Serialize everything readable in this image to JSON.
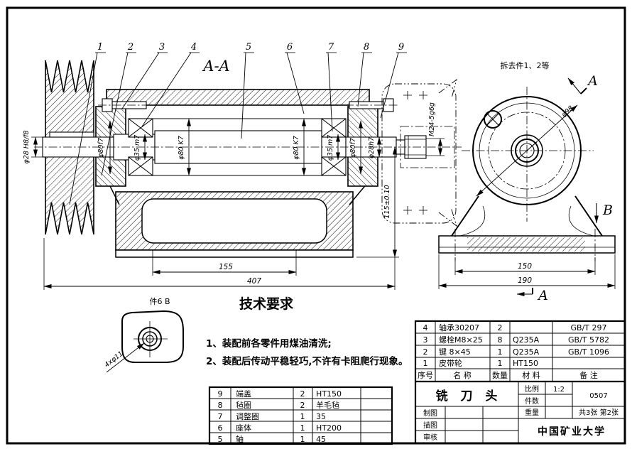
{
  "page": {
    "background": "#ffffff",
    "line_color": "#000000"
  },
  "views": {
    "section_label": "A-A",
    "front_note": "拆去件1、2等",
    "detail_label": "件6 B",
    "letter_top": "A",
    "letter_side": "B",
    "letter_bottom": "A"
  },
  "balloons": [
    "1",
    "2",
    "3",
    "4",
    "5",
    "6",
    "7",
    "8",
    "9"
  ],
  "dims": [
    {
      "text": "φ28 H8/f8"
    },
    {
      "text": "φ80f7"
    },
    {
      "text": "φ35 m7"
    },
    {
      "text": "φ80 K7"
    },
    {
      "text": "φ80 K7"
    },
    {
      "text": "φ35 m7"
    },
    {
      "text": "φ80f7"
    },
    {
      "text": "φ28h7"
    },
    {
      "text": "M24-5g6g"
    },
    {
      "text": "115±0.10"
    },
    {
      "text": "155"
    },
    {
      "text": "407"
    },
    {
      "text": "φ98"
    },
    {
      "text": "150"
    },
    {
      "text": "190"
    },
    {
      "text": "4xφ11"
    }
  ],
  "tech_req": {
    "title": "技术要求",
    "item1": "1、装配前各零件用煤油清洗;",
    "item2": "2、装配后传动平稳轻巧,不许有卡阻爬行现象。"
  },
  "bom_left": {
    "rows": [
      {
        "no": "9",
        "name": "端盖",
        "qty": "2",
        "material": "HT150"
      },
      {
        "no": "8",
        "name": "毡圈",
        "qty": "2",
        "material": "羊毛毡"
      },
      {
        "no": "7",
        "name": "调整圈",
        "qty": "1",
        "material": "35"
      },
      {
        "no": "6",
        "name": "座体",
        "qty": "1",
        "material": "HT200"
      },
      {
        "no": "5",
        "name": "轴",
        "qty": "1",
        "material": "45"
      }
    ]
  },
  "bom_right": {
    "headers": {
      "no": "序号",
      "name": "名  称",
      "qty": "数量",
      "material": "材  料",
      "note": "备  注"
    },
    "rows": [
      {
        "no": "4",
        "name": "轴承30207",
        "qty": "2",
        "material": "",
        "note": "GB/T 297"
      },
      {
        "no": "3",
        "name": "螺栓M8×25",
        "qty": "8",
        "material": "Q235A",
        "note": "GB/T 5782"
      },
      {
        "no": "2",
        "name": "键 8×45",
        "qty": "1",
        "material": "Q235A",
        "note": "GB/T 1096"
      },
      {
        "no": "1",
        "name": "皮带轮",
        "qty": "1",
        "material": "HT150",
        "note": ""
      }
    ]
  },
  "title_block": {
    "title": "铣 刀 头",
    "scale_label": "比例",
    "scale": "1:2",
    "qty_label": "件数",
    "qty": "",
    "weight_label": "重量",
    "weight": "",
    "code": "0507",
    "sheet": "共3张  第2张",
    "drawn_label": "制图",
    "traced_label": "描图",
    "checked_label": "审核",
    "org": "中国矿业大学"
  }
}
